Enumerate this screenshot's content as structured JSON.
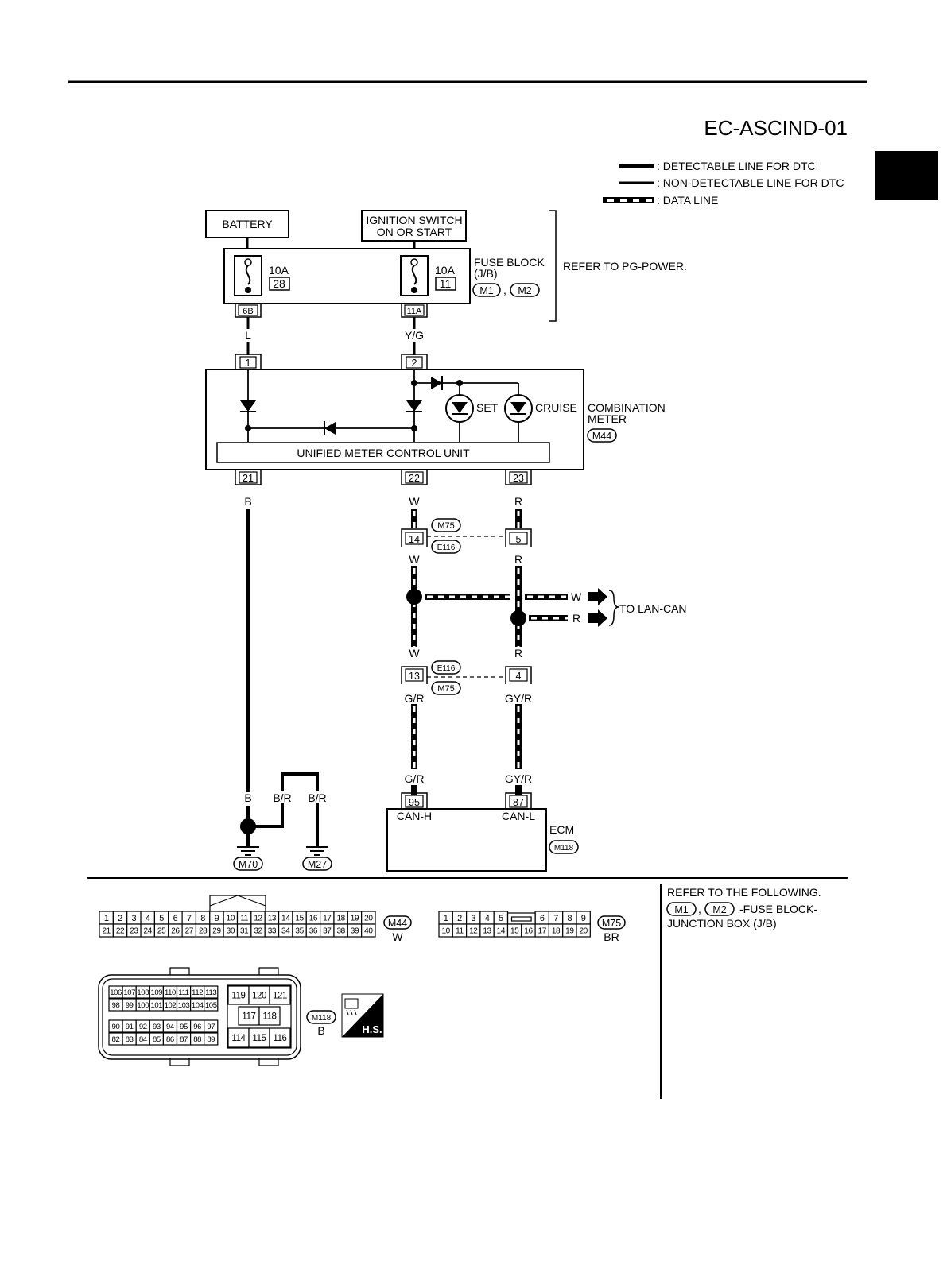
{
  "page": {
    "title": "EC-ASCIND-01",
    "legend": [
      ": DETECTABLE LINE FOR DTC",
      ": NON-DETECTABLE LINE FOR DTC",
      ": DATA LINE"
    ]
  },
  "power": {
    "battery": "BATTERY",
    "ignition_line1": "IGNITION SWITCH",
    "ignition_line2": "ON OR START",
    "fuse1_amp": "10A",
    "fuse1_num": "28",
    "fuse1_term": "6B",
    "fuse2_amp": "10A",
    "fuse2_num": "11",
    "fuse2_term": "11A",
    "fuse_block_line1": "FUSE BLOCK",
    "fuse_block_line2": "(J/B)",
    "fuse_conn1": "M1",
    "fuse_conn2": "M2",
    "comma": ",",
    "refer": "REFER TO PG-POWER."
  },
  "meter": {
    "label_line1": "COMBINATION",
    "label_line2": "METER",
    "connector": "M44",
    "unit": "UNIFIED METER CONTROL UNIT",
    "set": "SET",
    "cruise": "CRUISE",
    "pins": [
      "1",
      "2",
      "21",
      "22",
      "23"
    ]
  },
  "wires": {
    "l": "L",
    "yg": "Y/G",
    "b": "B",
    "w": "W",
    "r": "R",
    "gr": "G/R",
    "gyr": "GY/R",
    "br": "B/R"
  },
  "joint": {
    "m75": "M75",
    "e116": "E116",
    "pin14": "14",
    "pin5": "5",
    "pin13": "13",
    "pin4": "4"
  },
  "lan": {
    "label": "TO LAN-CAN",
    "w": "W",
    "r": "R"
  },
  "ecm": {
    "label": "ECM",
    "connector": "M118",
    "pin95": "95",
    "pin87": "87",
    "canh": "CAN-H",
    "canl": "CAN-L"
  },
  "grounds": {
    "g1": "M70",
    "g2": "M27"
  },
  "connectors": {
    "m44": {
      "name": "M44",
      "color": "W",
      "row1": [
        "1",
        "2",
        "3",
        "4",
        "5",
        "6",
        "7",
        "8",
        "9",
        "10",
        "11",
        "12",
        "13",
        "14",
        "15",
        "16",
        "17",
        "18",
        "19",
        "20"
      ],
      "row2": [
        "21",
        "22",
        "23",
        "24",
        "25",
        "26",
        "27",
        "28",
        "29",
        "30",
        "31",
        "32",
        "33",
        "34",
        "35",
        "36",
        "37",
        "38",
        "39",
        "40"
      ]
    },
    "m75": {
      "name": "M75",
      "color": "BR",
      "row1": [
        "1",
        "2",
        "3",
        "4",
        "5",
        "6",
        "7",
        "8",
        "9"
      ],
      "row2": [
        "10",
        "11",
        "12",
        "13",
        "14",
        "15",
        "16",
        "17",
        "18",
        "19",
        "20"
      ]
    },
    "m118": {
      "name": "M118",
      "color": "B",
      "block_a": [
        [
          "106",
          "107",
          "108",
          "109",
          "110",
          "111",
          "112",
          "113"
        ],
        [
          "98",
          "99",
          "100",
          "101",
          "102",
          "103",
          "104",
          "105"
        ],
        [
          "90",
          "91",
          "92",
          "93",
          "94",
          "95",
          "96",
          "97"
        ],
        [
          "82",
          "83",
          "84",
          "85",
          "86",
          "87",
          "88",
          "89"
        ]
      ],
      "block_b": [
        [
          "119",
          "120",
          "121"
        ],
        [
          "117",
          "118"
        ],
        [
          "114",
          "115",
          "116"
        ]
      ],
      "hs": "H.S."
    }
  },
  "notes": {
    "line1": "REFER TO THE FOLLOWING.",
    "c1": "M1",
    "comma": ",",
    "c2": "M2",
    "line2": "-FUSE BLOCK-",
    "line3": "JUNCTION BOX (J/B)"
  }
}
